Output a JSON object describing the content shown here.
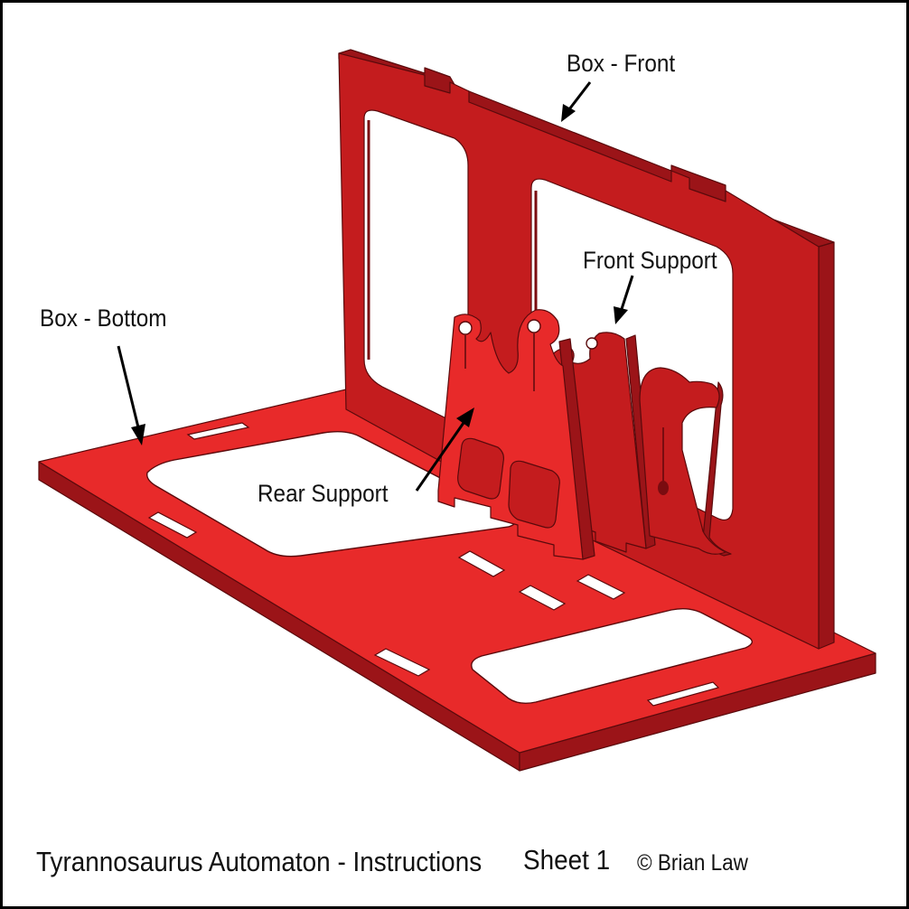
{
  "labels": {
    "box_front": "Box - Front",
    "front_support": "Front Support",
    "box_bottom": "Box - Bottom",
    "rear_support": "Rear Support"
  },
  "footer": {
    "title": "Tyrannosaurus Automaton - Instructions",
    "sheet": "Sheet 1",
    "copyright": "© Brian Law"
  },
  "colors": {
    "part_face": "#e82a2a",
    "part_dark": "#c41c1e",
    "part_edge": "#8e1014",
    "outline": "#000000"
  }
}
